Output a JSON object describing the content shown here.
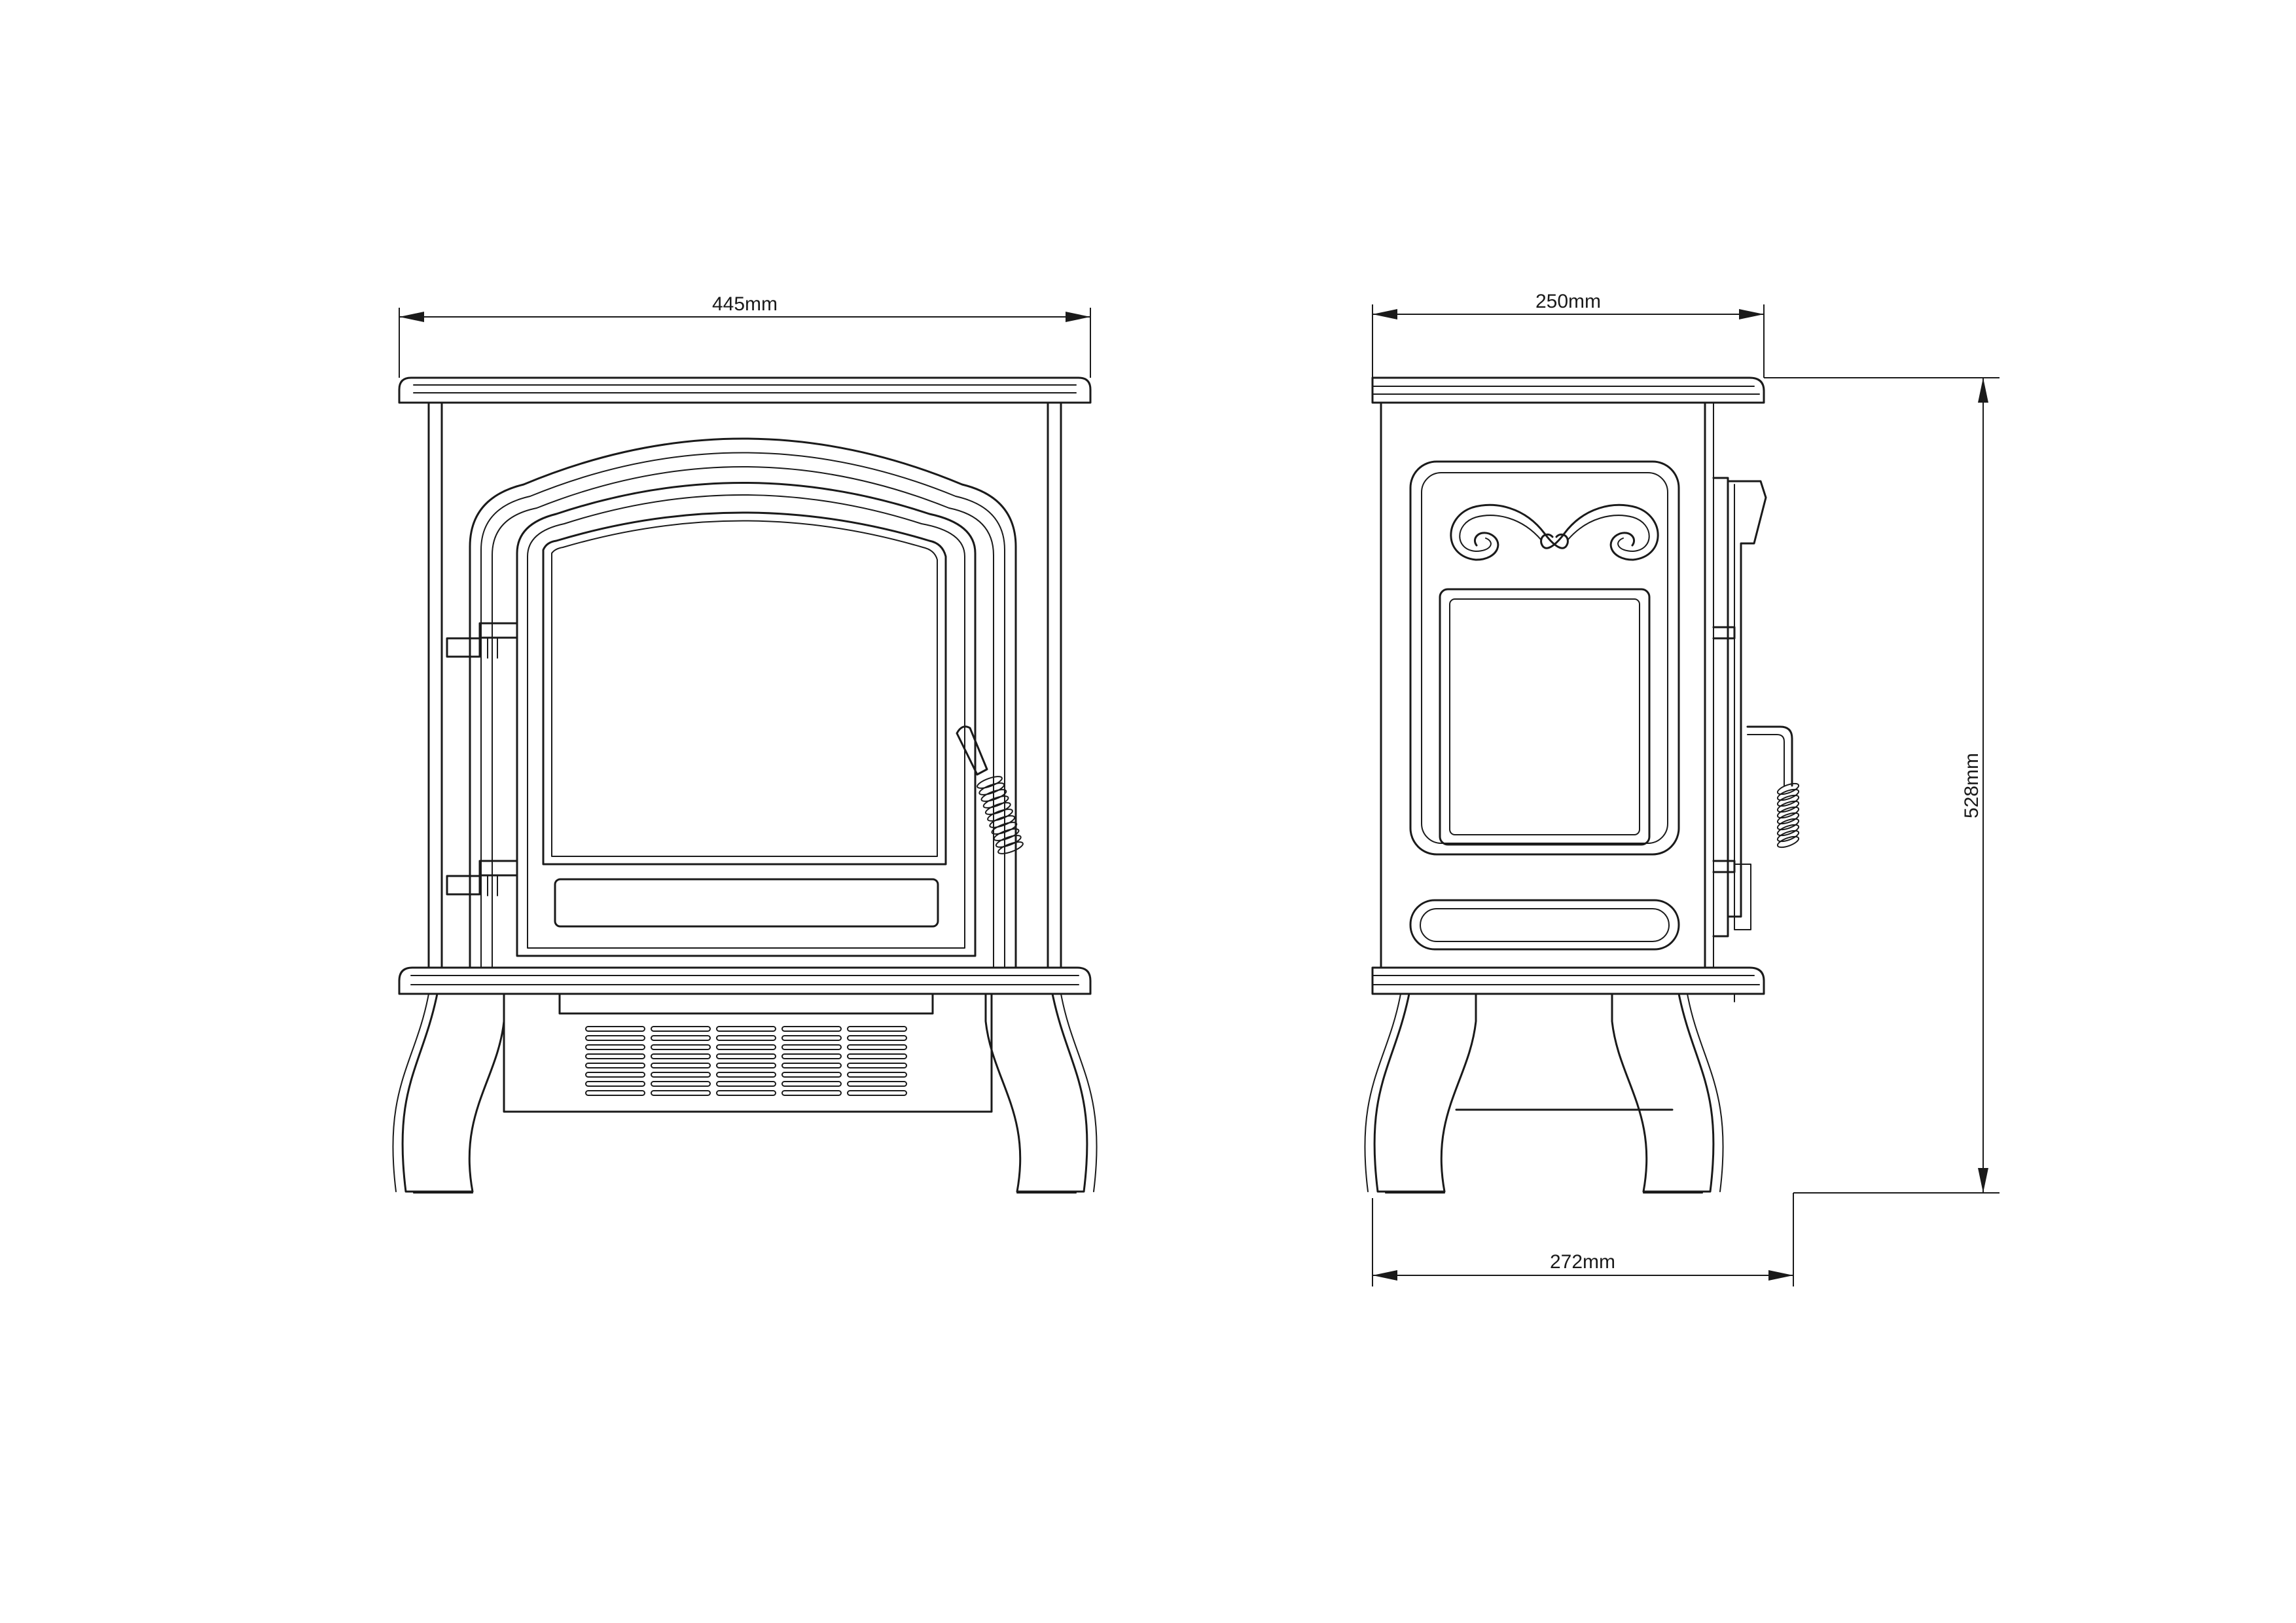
{
  "dimensions": {
    "front_width": "445mm",
    "side_depth_top": "250mm",
    "height": "528mm",
    "side_depth_base": "272mm"
  },
  "colors": {
    "line": "#1a1a1a",
    "background": "#ffffff"
  }
}
